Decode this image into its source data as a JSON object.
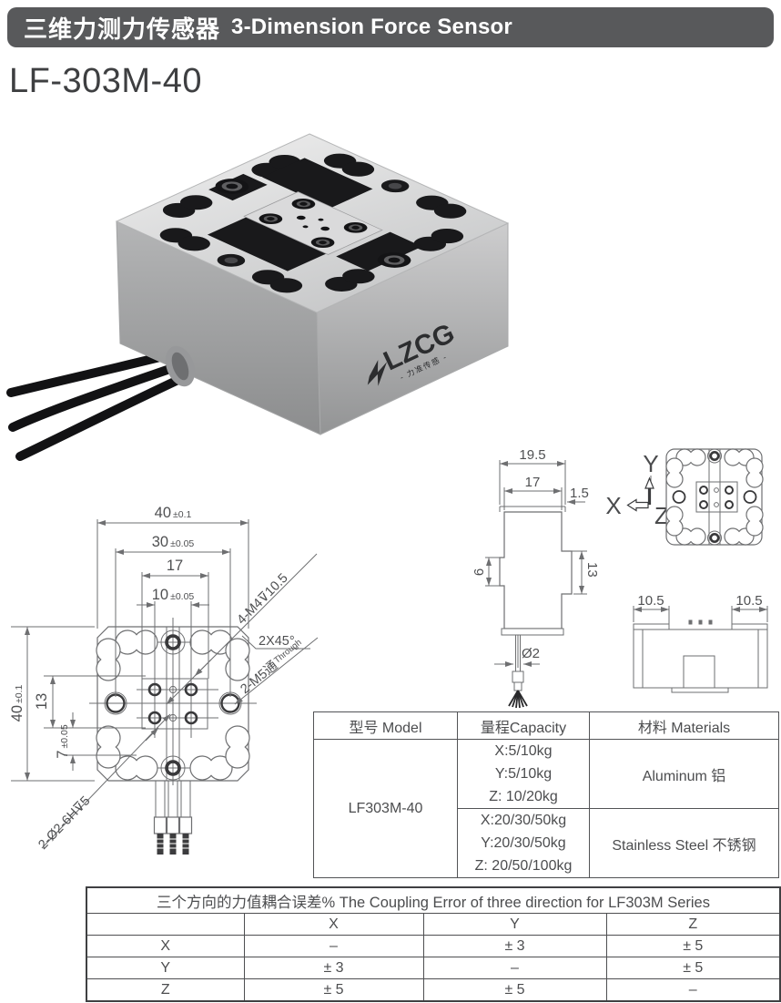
{
  "header": {
    "title_zh": "三维力测力传感器",
    "title_en": "3-Dimension Force Sensor",
    "bg_color": "#58595b",
    "text_color": "#ffffff"
  },
  "model_title": "LF-303M-40",
  "photo": {
    "logo_text": "LZCG",
    "logo_sub": "- 力准传感 -"
  },
  "front_view": {
    "dim_w40": "40",
    "dim_w40_tol": "±0.1",
    "dim_w30": "30",
    "dim_w30_tol": "±0.05",
    "dim_w17": "17",
    "dim_w10": "10",
    "dim_w10_tol": "±0.05",
    "dim_h40": "40",
    "dim_h40_tol": "±0.1",
    "dim_h13": "13",
    "dim_h7": "7",
    "dim_h7_tol": "±0.05",
    "label_m4": "4-M4⊽10.5",
    "label_chamfer": "2X45°",
    "label_m5": "2-M5通",
    "label_m5_en": "Through",
    "label_dowel": "2-Ø2-6H⊽5"
  },
  "side_view": {
    "dim_w195": "19.5",
    "dim_w17": "17",
    "dim_t15": "1.5",
    "dim_h6": "6",
    "dim_h13": "13",
    "dim_cable": "Ø2"
  },
  "axes": {
    "x": "X",
    "y": "Y",
    "z": "Z"
  },
  "bottom_view": {
    "dim_left": "10.5",
    "dim_right": "10.5"
  },
  "spec_table": {
    "headers": [
      "型号 Model",
      "量程Capacity",
      "材料 Materials"
    ],
    "model": "LF303M-40",
    "groups": [
      {
        "capacity": [
          "X:5/10kg",
          "Y:5/10kg",
          "Z: 10/20kg"
        ],
        "material": "Aluminum 铝"
      },
      {
        "capacity": [
          "X:20/30/50kg",
          "Y:20/30/50kg",
          "Z: 20/50/100kg"
        ],
        "material": "Stainless Steel 不锈钢"
      }
    ]
  },
  "coupling_table": {
    "title": "三个方向的力值耦合误差% The Coupling Error of three direction for LF303M Series",
    "corner_label": "",
    "col_headers": [
      "X",
      "Y",
      "Z"
    ],
    "rows": [
      {
        "label": "X",
        "values": [
          "–",
          "± 3",
          "± 5"
        ]
      },
      {
        "label": "Y",
        "values": [
          "± 3",
          "–",
          "± 5"
        ]
      },
      {
        "label": "Z",
        "values": [
          "± 5",
          "± 5",
          "–"
        ]
      }
    ]
  }
}
